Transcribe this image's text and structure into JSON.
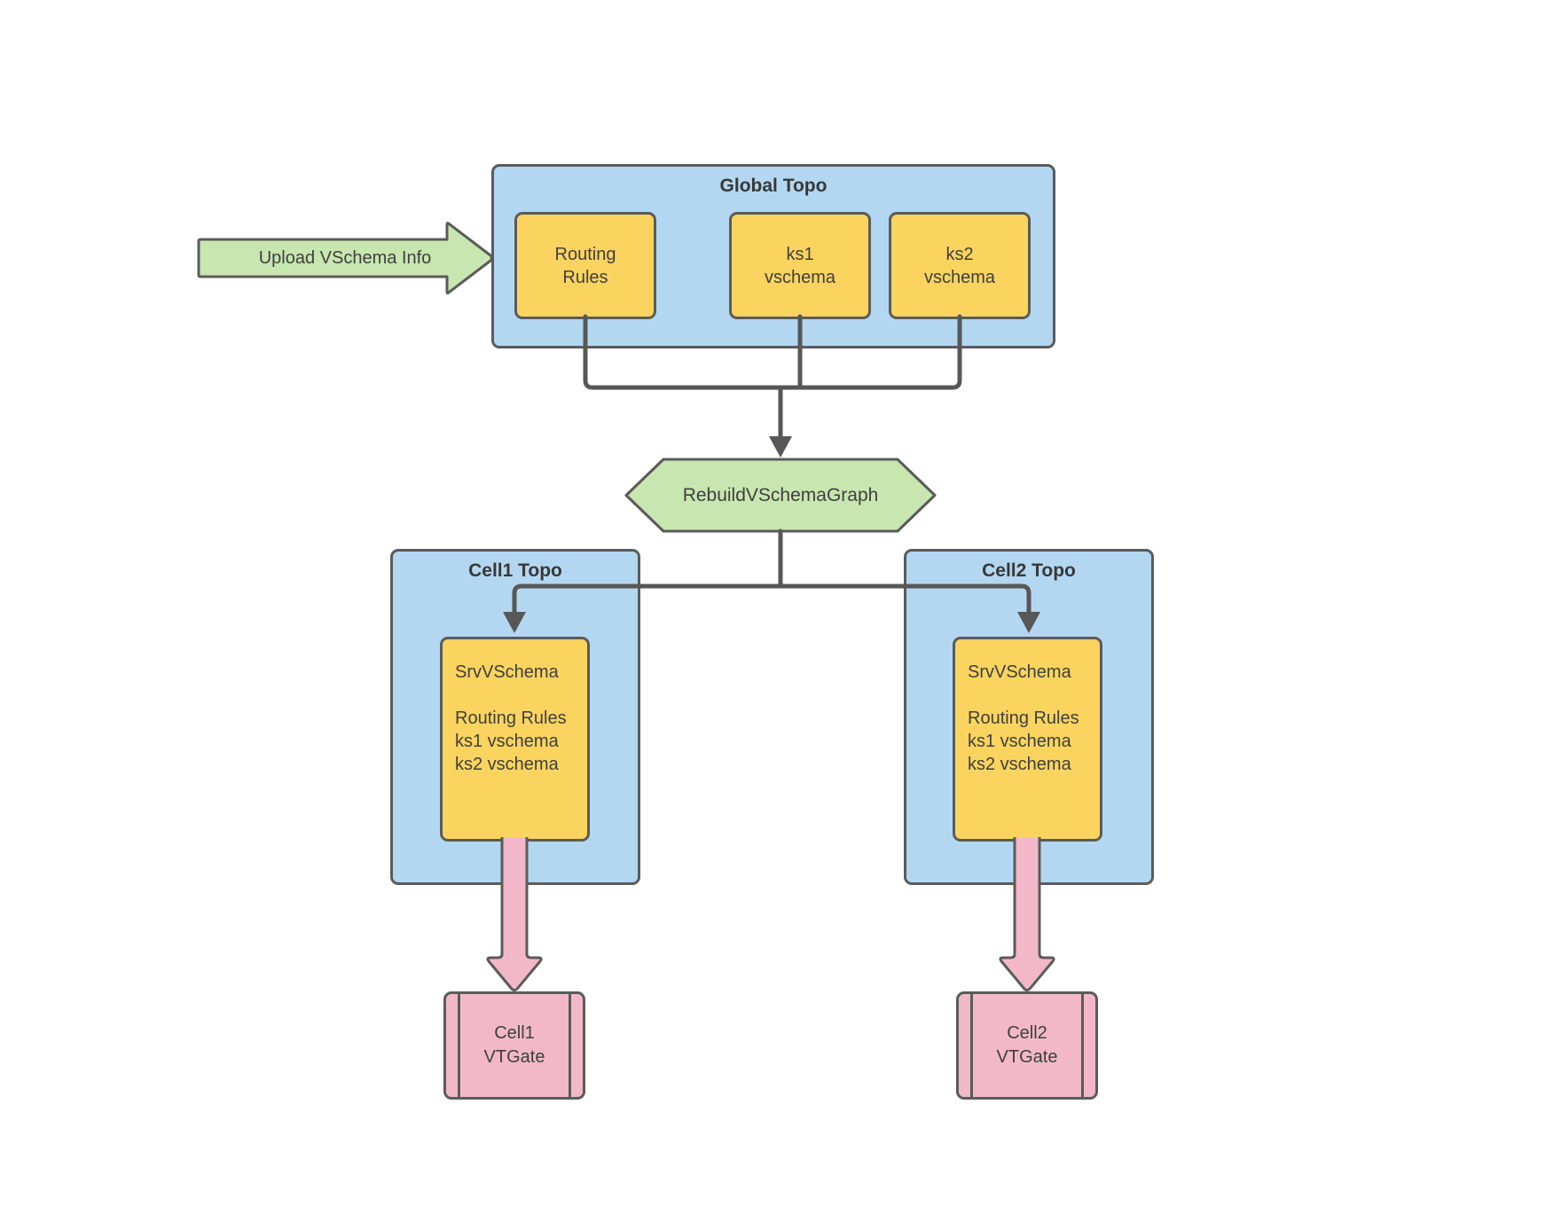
{
  "colors": {
    "container_fill": "#B3D7F0",
    "node_fill": "#FBD45F",
    "green_fill": "#C8E6B0",
    "pink_fill": "#F2B8CA",
    "shape_stroke": "#5B5B5B",
    "connector_stroke": "#575757",
    "text": "#3F3F3F"
  },
  "upload_arrow": {
    "label": "Upload VSchema Info"
  },
  "global_topo": {
    "title": "Global Topo",
    "nodes": [
      {
        "lines": [
          "Routing",
          "Rules"
        ]
      },
      {
        "lines": [
          "ks1",
          "vschema"
        ]
      },
      {
        "lines": [
          "ks2",
          "vschema"
        ]
      }
    ]
  },
  "rebuild": {
    "label": "RebuildVSchemaGraph"
  },
  "cells": [
    {
      "title": "Cell1 Topo",
      "srv_lines": [
        "SrvVSchema",
        "",
        "Routing Rules",
        "ks1 vschema",
        "ks2 vschema"
      ],
      "vtgate_lines": [
        "Cell1",
        "VTGate"
      ]
    },
    {
      "title": "Cell2 Topo",
      "srv_lines": [
        "SrvVSchema",
        "",
        "Routing Rules",
        "ks1 vschema",
        "ks2 vschema"
      ],
      "vtgate_lines": [
        "Cell2",
        "VTGate"
      ]
    }
  ]
}
